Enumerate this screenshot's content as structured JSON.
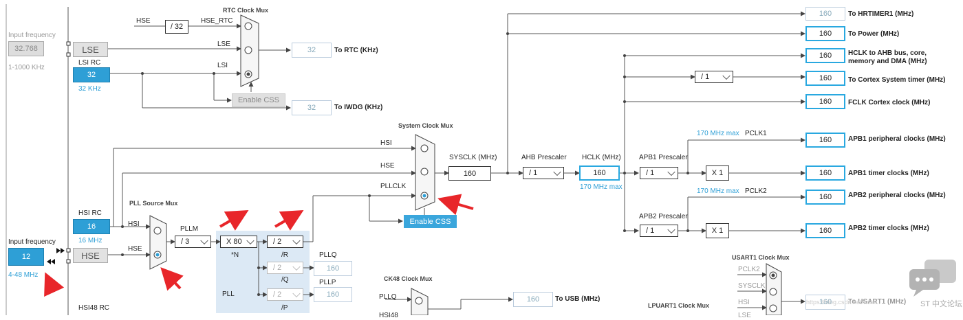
{
  "left": {
    "lse_input_label": "Input frequency",
    "lse_input_value": "32.768",
    "lse_range": "1-1000 KHz",
    "lse_button": "LSE",
    "lsi_rc_label": "LSI RC",
    "lsi_value": "32",
    "lsi_unit": "32 KHz",
    "hsi_rc_label": "HSI RC",
    "hsi_value": "16",
    "hsi_unit": "16 MHz",
    "hse_input_label": "Input frequency",
    "hse_input_value": "12",
    "hse_range": "4-48 MHz",
    "hse_button": "HSE",
    "hsi48_label": "HSI48 RC"
  },
  "rtc": {
    "title": "RTC Clock Mux",
    "hse_label": "HSE",
    "hse_div": "/ 32",
    "hse_rtc_label": "HSE_RTC",
    "lse_label": "LSE",
    "lsi_label": "LSI",
    "rtc_value": "32",
    "rtc_output": "To RTC (KHz)",
    "enable_css": "Enable CSS",
    "iwdg_value": "32",
    "iwdg_output": "To IWDG (KHz)"
  },
  "pll": {
    "source_mux_title": "PLL Source Mux",
    "hsi_label": "HSI",
    "hse_label": "HSE",
    "pllm_label": "PLLM",
    "pllm_value": "/ 3",
    "plln_value": "X 80",
    "plln_label": "*N",
    "pllr_value": "/ 2",
    "pllr_label": "/R",
    "pllq_value": "/ 2",
    "pllq_label": "/Q",
    "pllp_value": "/ 2",
    "pllp_label": "/P",
    "pllq_out_label": "PLLQ",
    "pllq_out_value": "160",
    "pllp_out_label": "PLLP",
    "pllp_out_value": "160",
    "pll_label": "PLL"
  },
  "sysmux": {
    "title": "System Clock Mux",
    "hsi_label": "HSI",
    "hse_label": "HSE",
    "pllclk_label": "PLLCLK",
    "enable_css": "Enable CSS",
    "sysclk_label": "SYSCLK (MHz)",
    "sysclk_value": "160"
  },
  "ahb": {
    "prescaler_label": "AHB Prescaler",
    "prescaler_value": "/ 1",
    "hclk_label": "HCLK (MHz)",
    "hclk_value": "160",
    "hclk_max": "170 MHz max"
  },
  "apb1": {
    "prescaler_label": "APB1 Prescaler",
    "prescaler_value": "/ 1",
    "max": "170 MHz max",
    "pclk_label": "PCLK1",
    "mult": "X 1"
  },
  "apb2": {
    "prescaler_label": "APB2 Prescaler",
    "prescaler_value": "/ 1",
    "max": "170 MHz max",
    "pclk_label": "PCLK2",
    "mult": "X 1"
  },
  "cortex": {
    "div_value": "/ 1"
  },
  "outputs": [
    {
      "value": "160",
      "label": "To HRTIMER1 (MHz)",
      "disabled": true
    },
    {
      "value": "160",
      "label": "To Power (MHz)",
      "disabled": false
    },
    {
      "value": "160",
      "label": "HCLK to AHB bus, core, memory and DMA (MHz)",
      "disabled": false
    },
    {
      "value": "160",
      "label": "To Cortex System timer (MHz)",
      "disabled": false
    },
    {
      "value": "160",
      "label": "FCLK Cortex clock (MHz)",
      "disabled": false
    },
    {
      "value": "160",
      "label": "APB1 peripheral clocks (MHz)",
      "disabled": false
    },
    {
      "value": "160",
      "label": "APB1 timer clocks (MHz)",
      "disabled": false
    },
    {
      "value": "160",
      "label": "APB2 peripheral clocks (MHz)",
      "disabled": false
    },
    {
      "value": "160",
      "label": "APB2 timer clocks (MHz)",
      "disabled": false
    }
  ],
  "ck48": {
    "title": "CK48 Clock Mux",
    "pllq_label": "PLLQ",
    "hsi48_label": "HSI48",
    "usb_value": "160",
    "usb_label": "To USB (MHz)"
  },
  "usart1": {
    "title": "USART1 Clock Mux",
    "pclk2_label": "PCLK2",
    "sysclk_label": "SYSCLK",
    "hsi_label": "HSI",
    "lse_label": "LSE",
    "value": "160",
    "label": "To USART1 (MHz)"
  },
  "lpuart1": {
    "title": "LPUART1 Clock Mux"
  },
  "watermark": {
    "text": "ST 中文论坛",
    "url": "https://blog.csdn.net/wsw..."
  },
  "colors": {
    "accent": "#2e9fd6",
    "arrow_annotation": "#e8262a",
    "pll_region": "#dce9f5"
  }
}
